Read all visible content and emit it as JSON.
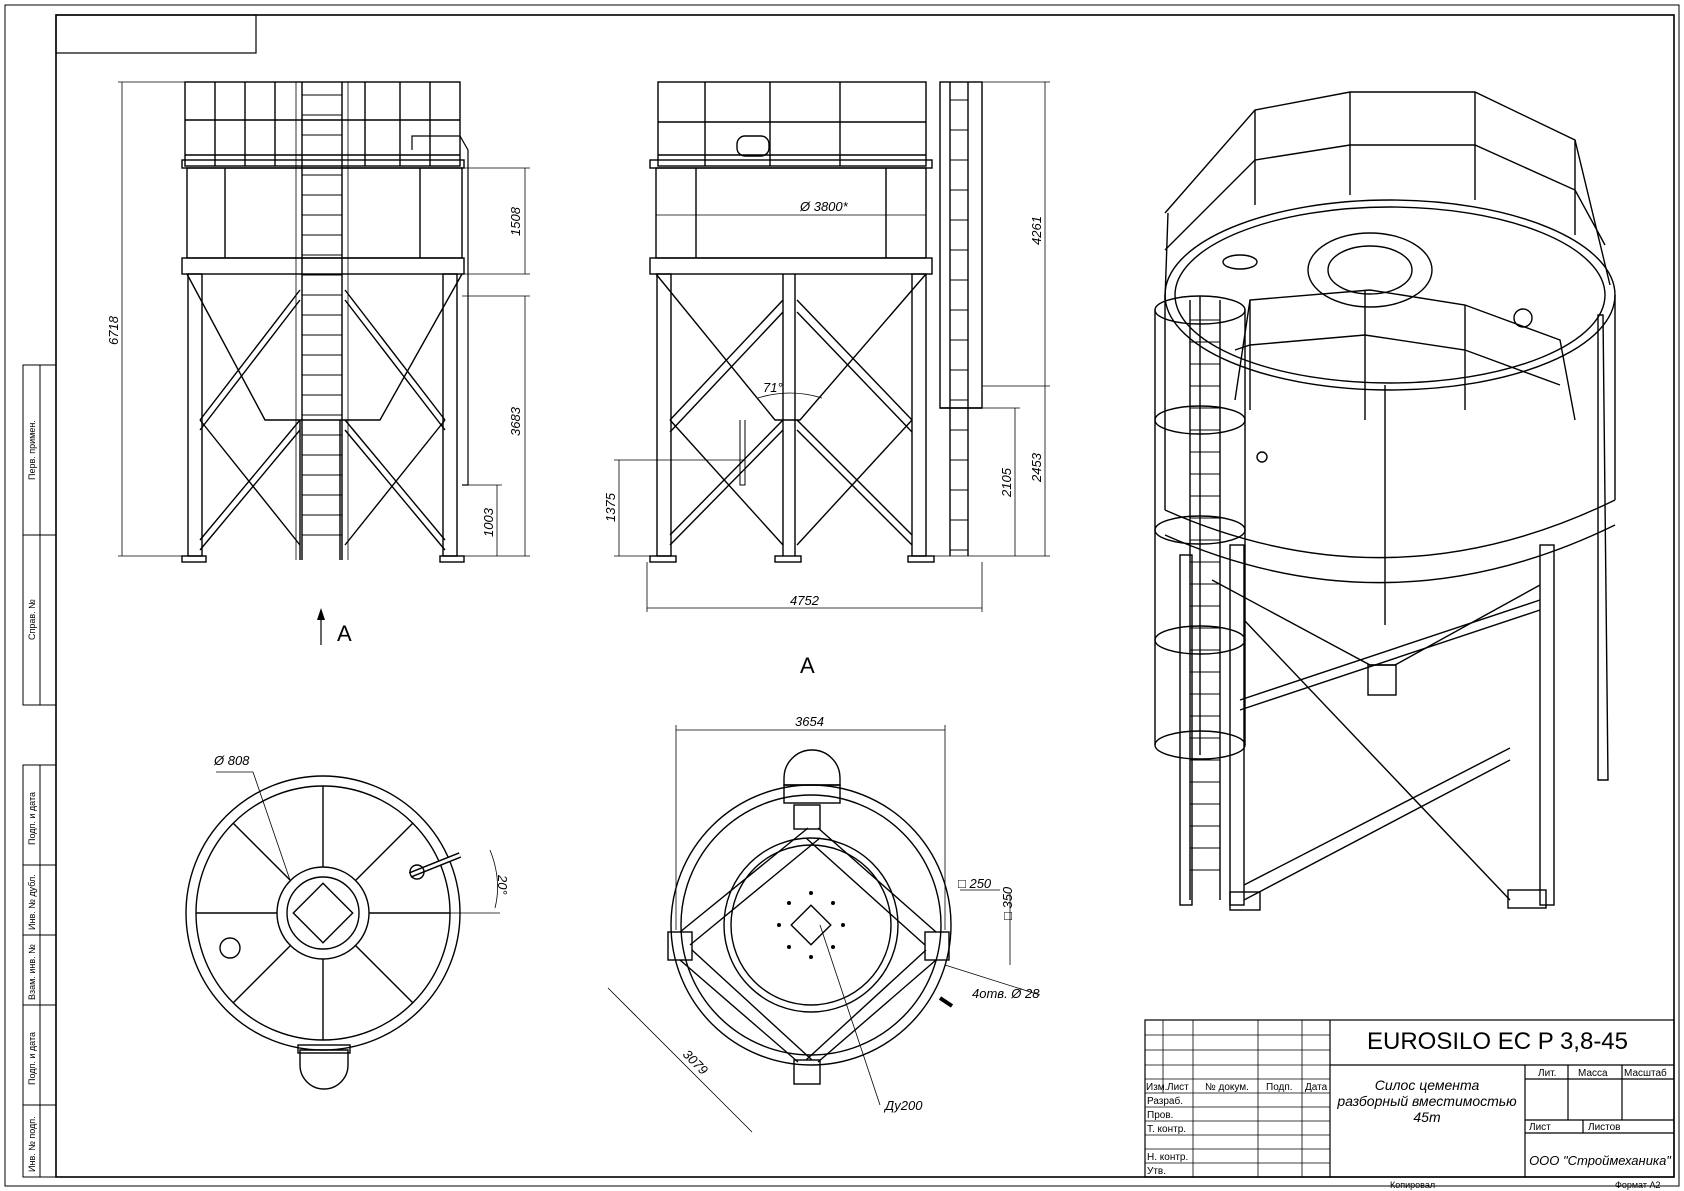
{
  "drawing": {
    "main_title": "EUROSILO EC P 3,8-45",
    "description_lines": [
      "Силос цемента",
      "разборный вместимостью",
      "45m"
    ],
    "company": "ООО \"Строймеханика\"",
    "copied_label": "Копировал",
    "format_label": "Формат A2"
  },
  "stamp_columns": [
    "Изм.",
    "Лист",
    "№ докум.",
    "Подп.",
    "Дата"
  ],
  "stamp_rows": [
    "Разраб.",
    "Пров.",
    "Т. контр.",
    "Н. контр.",
    "Утв."
  ],
  "meta_headers": {
    "letter": "Лит.",
    "mass": "Масса",
    "scale": "Масштаб",
    "sheet": "Лист",
    "sheets": "Листов"
  },
  "side_stamp": [
    "Перв. примен.",
    "Справ. №",
    "Подп. и дата",
    "Инв. № дубл.",
    "Взам. инв. №",
    "Подп. и дата",
    "Инв. № подп."
  ],
  "views": {
    "view_a_mark": "A",
    "view_a_label": "A"
  },
  "dimensions": {
    "front_total_height": "6718",
    "front_cylinder_height": "1508",
    "front_leg_height": "3683",
    "front_outlet_height": "1003",
    "side_diameter": "Ø 3800*",
    "side_angle": "71°",
    "side_upper_height": "4261",
    "side_lower_height": "2453",
    "side_ladder_height": "2105",
    "side_discharge_height": "1375",
    "side_width": "4752",
    "top_hatch_diameter": "Ø 808",
    "top_pipe_angle": "20°",
    "bottom_width": "3654",
    "bottom_plate_size_1": "□ 250",
    "bottom_plate_size_2": "□ 350",
    "bottom_holes": "4отв. Ø 28",
    "bottom_diagonal": "3079",
    "bottom_outlet": "Ду200"
  }
}
